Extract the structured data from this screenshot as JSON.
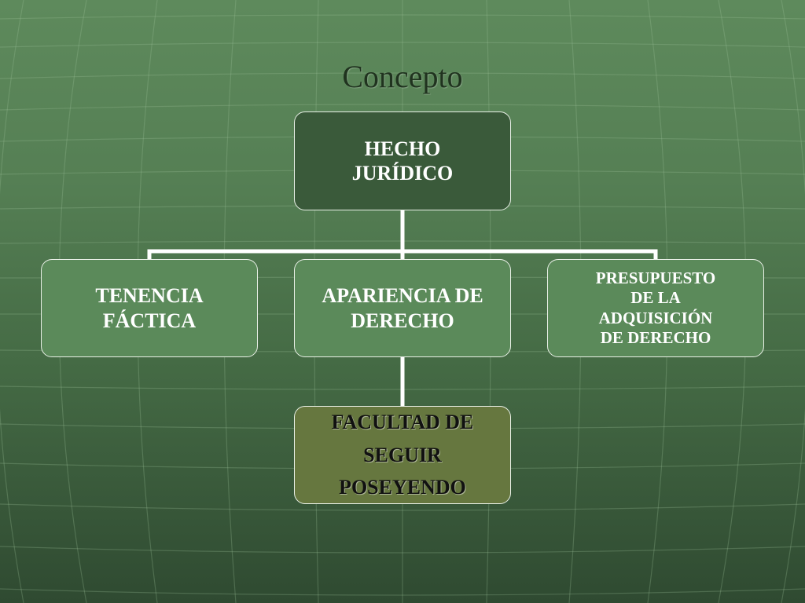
{
  "slide": {
    "title": "Concepto"
  },
  "diagram": {
    "root": "HECHO\nJURÍDICO",
    "children": [
      "TENENCIA\nFÁCTICA",
      "APARIENCIA DE\nDERECHO",
      "PRESUPUESTO\nDE LA\nADQUISICIÓN\nDE DERECHO"
    ],
    "grandchild": "FACULTAD DE\nSEGUIR\nPOSEYENDO"
  },
  "colors": {
    "root_fill": "#3a5a3a",
    "child_fill": "#5b8a5a",
    "grandchild_fill": "#66773f",
    "connector": "#ffffff"
  }
}
